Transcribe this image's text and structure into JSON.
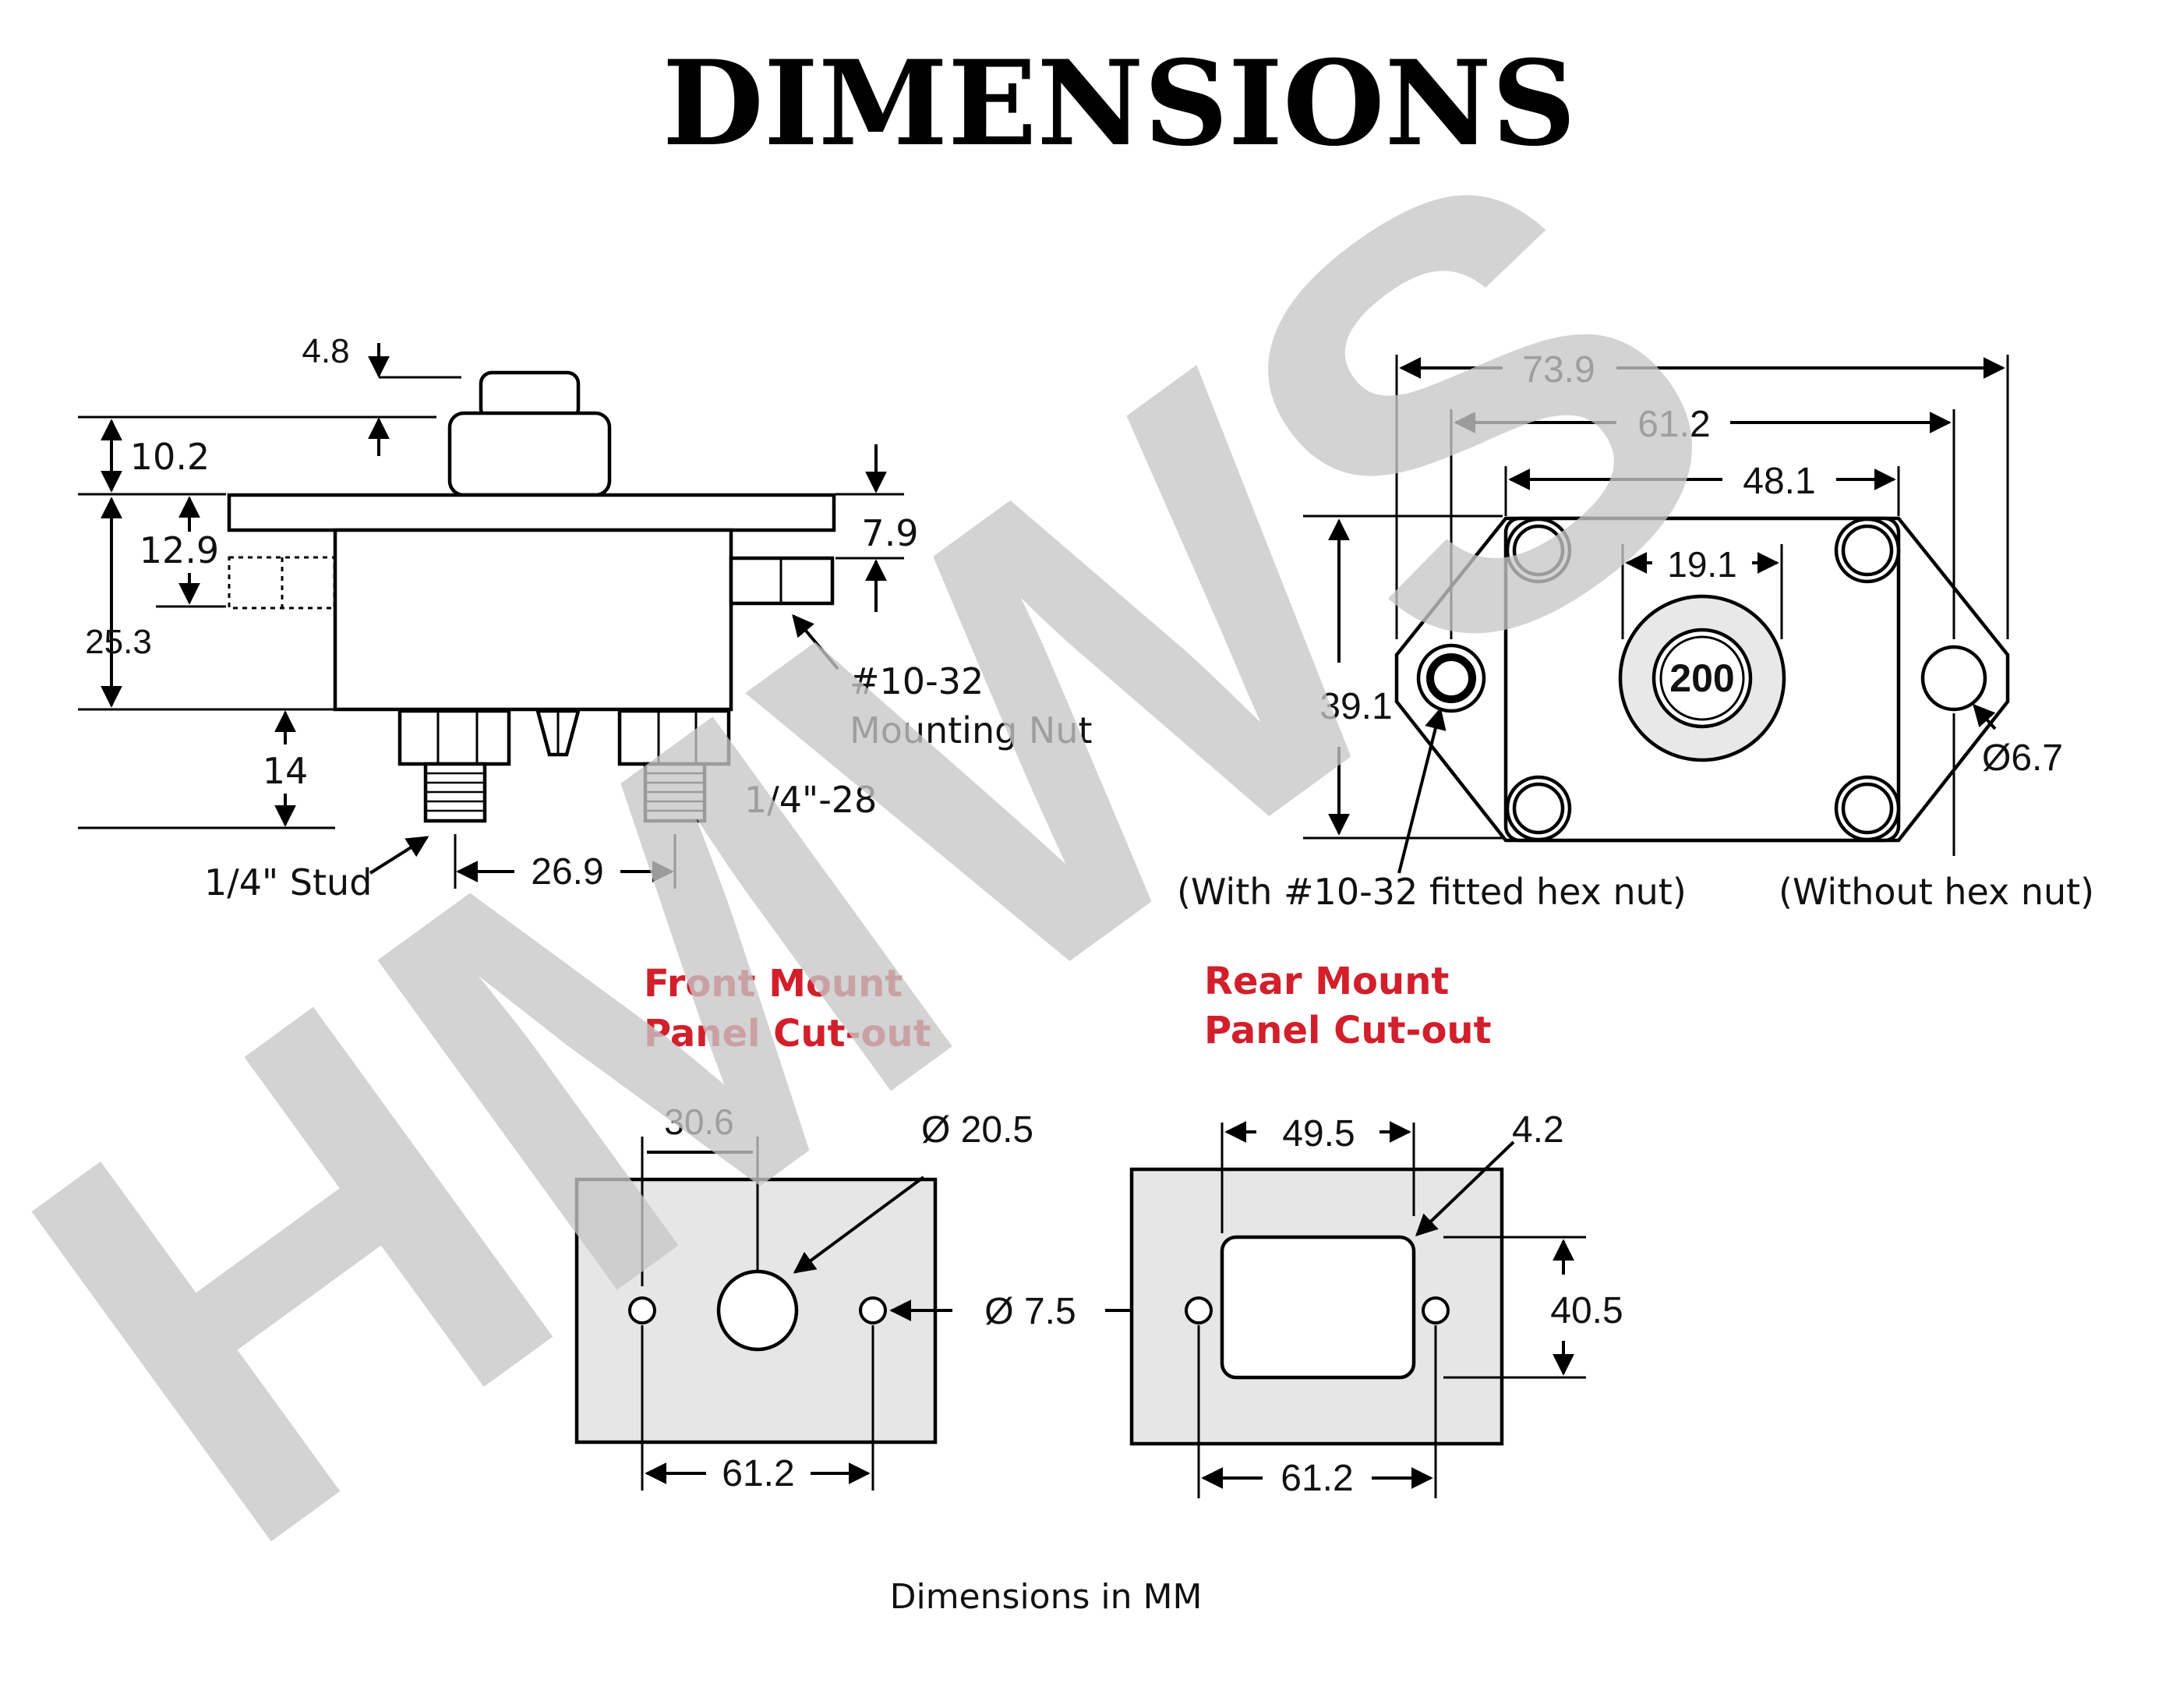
{
  "title": "DIMENSIONS",
  "watermark": "HMWS",
  "colors": {
    "watermark": "#c6c6c6",
    "section_label": "#d21f2b",
    "panel_fill": "#e6e6e6",
    "knob_ring": "#e8e8e8"
  },
  "side_view": {
    "dim_4_8": "4.8",
    "dim_10_2": "10.2",
    "dim_12_9": "12.9",
    "dim_25_3": "25.3",
    "dim_7_9": "7.9",
    "dim_14": "14",
    "dim_26_9": "26.9",
    "mounting_nut_line1": "#10-32",
    "mounting_nut_line2": "Mounting Nut",
    "thread_label": "1/4\"-28",
    "stud_label": "1/4\" Stud"
  },
  "top_view": {
    "dim_73_9": "73.9",
    "dim_61_2": "61.2",
    "dim_48_1": "48.1",
    "dim_19_1": "19.1",
    "dim_39_1": "39.1",
    "dim_hole": "Ø6.7",
    "rating": "200",
    "note_with_nut": "(With #10-32 fitted hex nut)",
    "note_without_nut": "(Without hex nut)"
  },
  "front_mount": {
    "label_line1": "Front Mount",
    "label_line2": "Panel Cut-out",
    "dim_30_6": "30.6",
    "dim_center_hole": "Ø 20.5",
    "dim_mount_holes": "Ø 7.5",
    "dim_61_2": "61.2"
  },
  "rear_mount": {
    "label_line1": "Rear Mount",
    "label_line2": "Panel Cut-out",
    "dim_49_5": "49.5",
    "dim_radius": "4.2",
    "dim_40_5": "40.5",
    "dim_61_2": "61.2"
  },
  "footer": "Dimensions in MM"
}
